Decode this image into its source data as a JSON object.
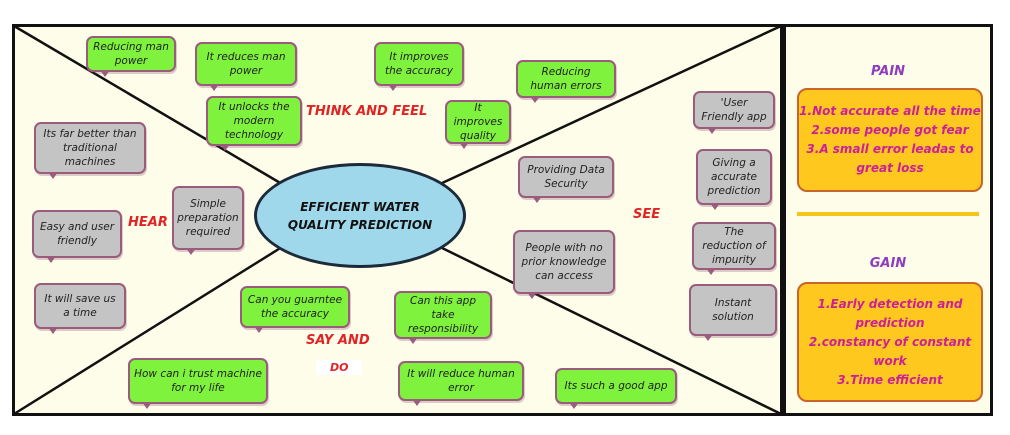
{
  "center": {
    "text": "EFFICIENT WATER QUALITY PREDICTION"
  },
  "quadrants": {
    "think_feel": "THINK AND FEEL",
    "hear": "HEAR",
    "see": "SEE",
    "say": "SAY AND",
    "do": "DO"
  },
  "notes": {
    "think_feel": [
      "Reducing man power",
      "It reduces man power",
      "It unlocks the modern technology",
      "It improves the accuracy",
      "It improves quality",
      "Reducing human errors"
    ],
    "hear": [
      "Its far better than traditional machines",
      "Easy and user friendly",
      "It will save us a time",
      "Simple preparation required"
    ],
    "see": [
      "Providing Data Security",
      "People with no prior knowledge can access",
      "'User Friendly app",
      "Giving a accurate prediction",
      "The reduction of impurity",
      "Instant solution"
    ],
    "say_do": [
      "Can you guarntee the accuracy",
      "Can this app take responsibility",
      "How can i trust machine for my life",
      "It will reduce human error",
      "Its such a good app"
    ]
  },
  "pain": {
    "title": "PAIN",
    "items": [
      "1.Not accurate all the time",
      "2.some people got fear",
      "3.A small error leadas to great loss"
    ]
  },
  "gain": {
    "title": "GAIN",
    "items": [
      "1.Early detection and prediction",
      "2.constancy of constant work",
      "3.Time efficient"
    ]
  }
}
